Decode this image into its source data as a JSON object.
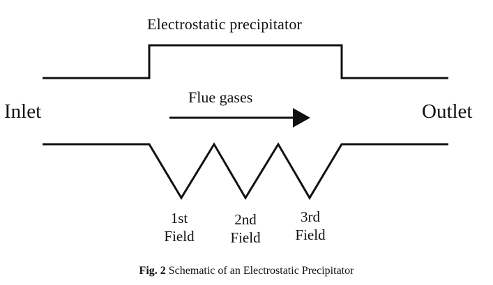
{
  "diagram": {
    "title": "Electrostatic precipitator",
    "inlet_label": "Inlet",
    "outlet_label": "Outlet",
    "flow_label": "Flue gases",
    "fields": [
      {
        "line1": "1st",
        "line2": "Field"
      },
      {
        "line1": "2nd",
        "line2": "Field"
      },
      {
        "line1": "3rd",
        "line2": "Field"
      }
    ],
    "line_color": "#111111",
    "arrow_icon": "right-arrow-icon"
  },
  "caption": {
    "figure_label": "Fig. 2",
    "text": "Schematic of an Electrostatic Precipitator"
  }
}
